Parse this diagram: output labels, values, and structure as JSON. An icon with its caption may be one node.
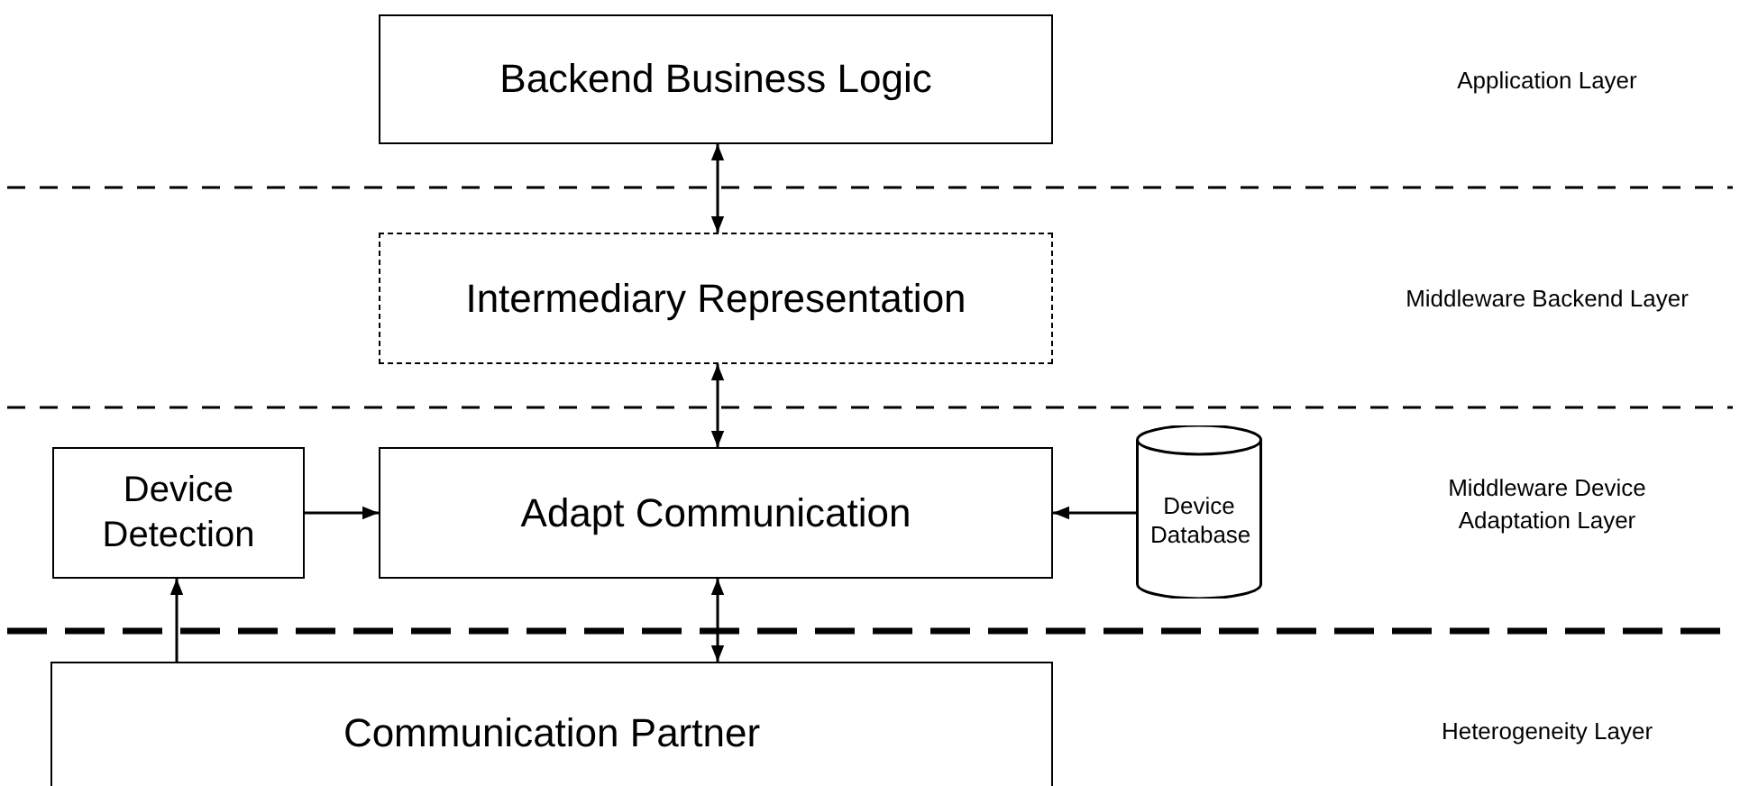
{
  "diagram": {
    "nodes": [
      {
        "text": [
          "Backend Business Logic"
        ]
      },
      {
        "text": [
          "Intermediary Representation"
        ]
      },
      {
        "text": [
          "Device Detection"
        ]
      },
      {
        "text": [
          "Adapt Communication"
        ]
      },
      {
        "text": [
          "Device Database"
        ]
      },
      {
        "text": [
          "Communication Partner"
        ]
      }
    ],
    "edges": [
      {
        "from": 0,
        "to": 1,
        "arrow": "both"
      },
      {
        "from": 1,
        "to": 3,
        "arrow": "both"
      },
      {
        "from": 2,
        "to": 3,
        "arrow": "to"
      },
      {
        "from": 4,
        "to": 3,
        "arrow": "to"
      },
      {
        "from": 3,
        "to": 5,
        "arrow": "both"
      },
      {
        "from": 5,
        "to": 2,
        "arrow": "to"
      }
    ],
    "labels": [
      "Application Layer",
      "Middleware Backend Layer",
      "Middleware Device Adaptation Layer",
      "Heterogeneity Layer"
    ]
  }
}
